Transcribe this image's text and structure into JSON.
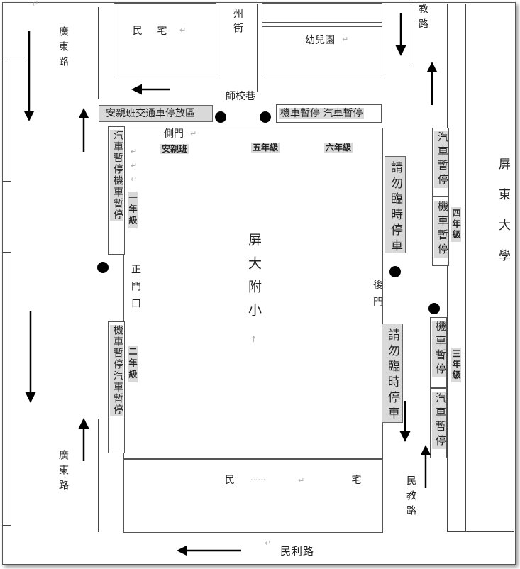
{
  "map": {
    "school": "屏大附小",
    "university": "屏東大學",
    "residence_top": "民 宅",
    "residence_bottom": "民 宅",
    "kindergarten": "幼兒園",
    "shizhou_street": "州街",
    "teacher_lane": "師校巷",
    "guangdong_road_top": "廣東路",
    "guangdong_road_bottom": "廣東路",
    "minjiao_road_top": "教路",
    "minjiao_road_bottom": "民教路",
    "minli_road": "民利路",
    "side_gate": "側門",
    "main_gate": "正門口",
    "back_gate": "後門",
    "drop_off_area": "安親班交通車停放區",
    "top_parking": "機車暫停 汽車暫停",
    "left_upper_parking": "汽車暫停機車暫停",
    "left_lower_parking": "機車暫停汽車暫停",
    "right_upper_no_stop": "請勿臨時停車",
    "right_lower_no_stop": "請勿臨時停車",
    "east_upper_car": "汽車暫停",
    "east_upper_moto": "機車暫停",
    "east_lower_moto": "機車暫停",
    "east_lower_car": "汽車暫停",
    "grade_daycare": "安親班",
    "grade_1": "一年級",
    "grade_2": "二年級",
    "grade_3": "三年級",
    "grade_4": "四年級",
    "grade_5": "五年級",
    "grade_6": "六年級",
    "dots_decoration": "······",
    "school_dot": "·",
    "para_mark": "↵",
    "center_mark": "↑"
  },
  "colors": {
    "line": "#444444",
    "highlight": "#d9d9d9",
    "dot": "#000000"
  }
}
